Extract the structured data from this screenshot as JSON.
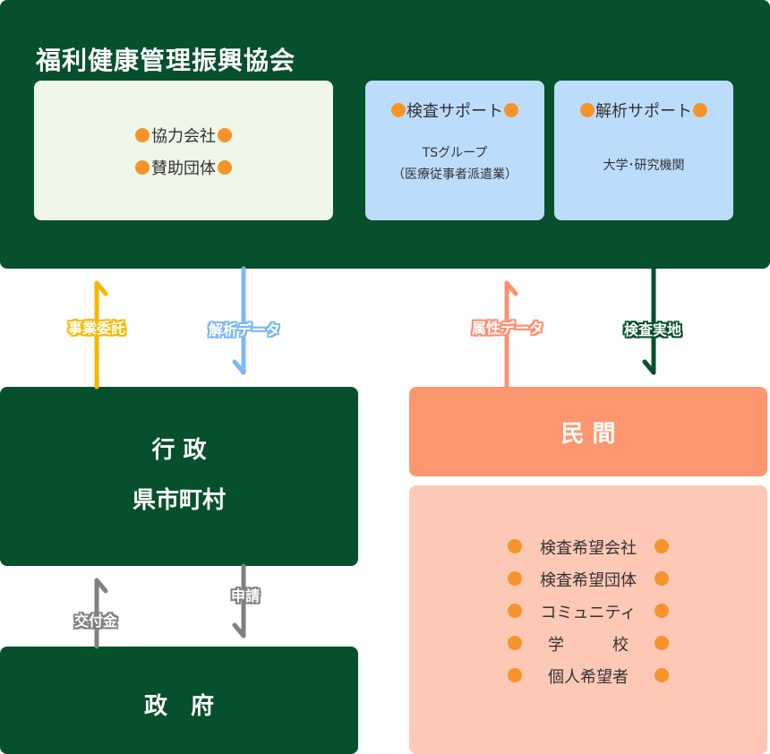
{
  "association": {
    "title": "福利健康管理振興協会",
    "members": [
      "協力会社",
      "賛助団体"
    ]
  },
  "inspection_support": {
    "title": "検査サポート",
    "sub1": "TSグループ",
    "sub2": "（医療従事者派遣業）"
  },
  "analysis_support": {
    "title": "解析サポート",
    "sub": "大学･研究機関"
  },
  "government_local": {
    "line1": "行 政",
    "line2": "県市町村"
  },
  "government_national": {
    "label": "政　府"
  },
  "private": {
    "title": "民 間",
    "items": [
      "検査希望会社",
      "検査希望団体",
      "コミュニティ",
      "学　　　校",
      "個人希望者"
    ]
  },
  "arrows": {
    "commission": "事業委託",
    "analysis_data": "解析データ",
    "attribute_data": "属性データ",
    "inspection": "検査実地",
    "grant": "交付金",
    "application": "申請"
  },
  "colors": {
    "dark_green": "#07502c",
    "orange_dot": "#f7932b",
    "light_blue": "#bcdcfc",
    "salmon": "#fe976f",
    "light_salmon": "#fec8b7",
    "yellow_arrow": "#f5b800",
    "blue_arrow": "#7db8f2",
    "pink_arrow": "#fe8f71",
    "gray_arrow": "#808080"
  }
}
